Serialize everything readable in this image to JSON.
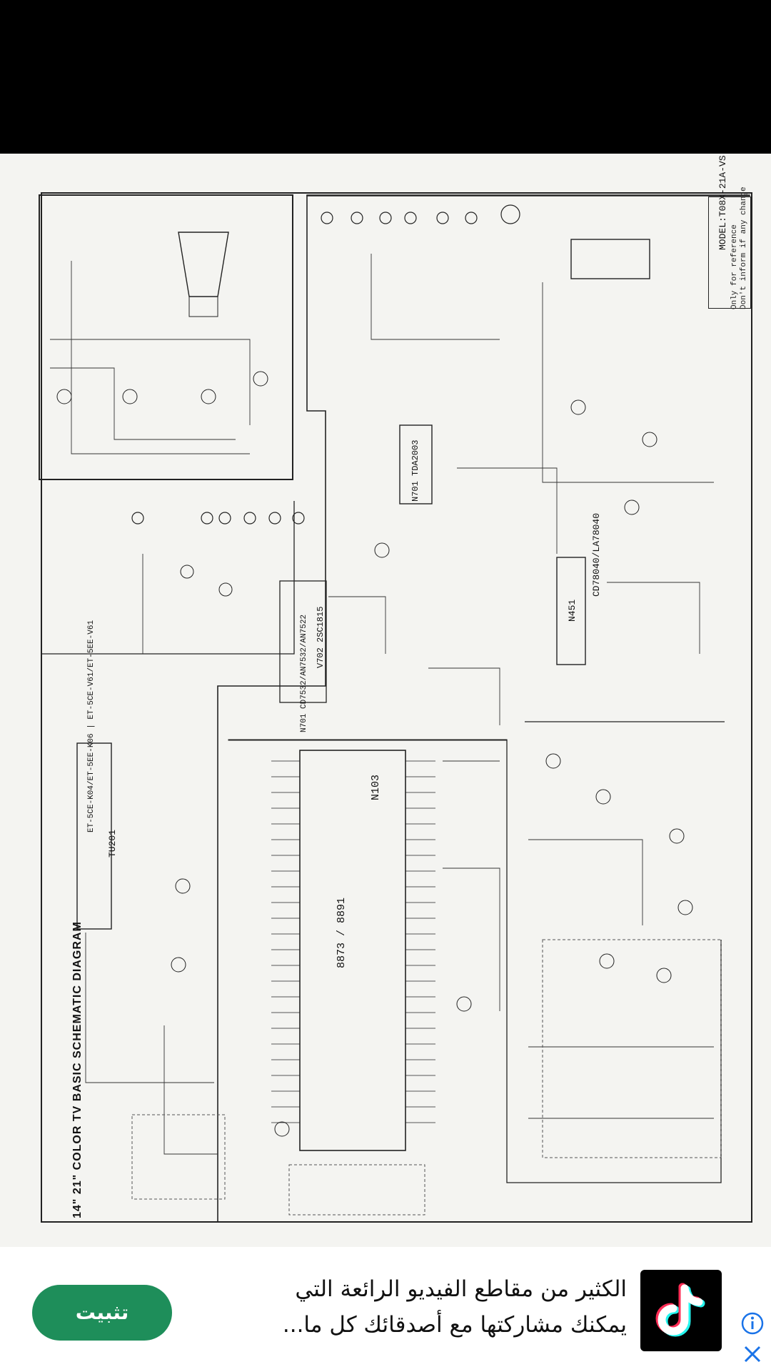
{
  "schematic": {
    "title": "14\" 21\" COLOR TV BASIC SCHEMATIC DIAGRAM",
    "model": "MODEL:T08X-21A-VS",
    "note_line1": "Only for reference",
    "note_line2": "Don't inform if any change",
    "chip_main": "N103",
    "chip_main_part": "8873 / 8891",
    "chip_power": "N451",
    "chip_power_part": "CD78040/LA78040",
    "chip_audio": "N701  TDA2003",
    "tuner": "TU201",
    "tuner_parts": "ET-5CE-K04/ET-5EE-K06 | ET-5CE-V61/ET-5EE-V61",
    "chip_av": "N701  CD7532/AN7532/AN7522",
    "transistor": "V702  2SC1815"
  },
  "ad": {
    "install_label": "تثبيت",
    "text_line1": "الكثير من مقاطع الفيديو الرائعة التي",
    "text_line2": "يمكنك مشاركتها مع أصدقائك كل ما...",
    "logo_icon": "tiktok-logo-icon",
    "info_icon": "info-icon",
    "close_icon": "close-icon",
    "accent_color": "#1e8e5a"
  }
}
